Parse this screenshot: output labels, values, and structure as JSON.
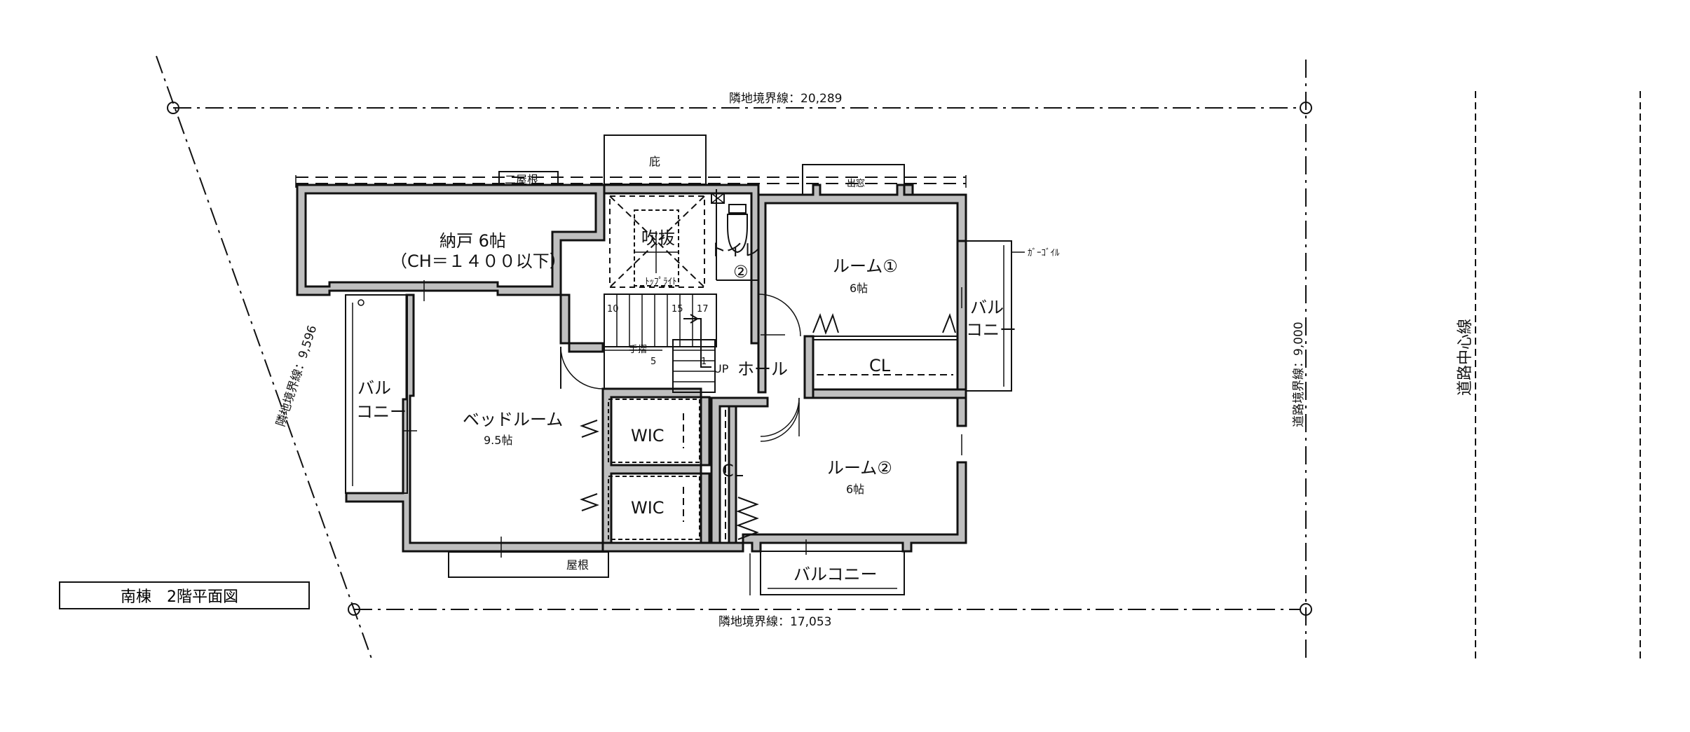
{
  "drawing_title": "南棟　2階平面図",
  "boundaries": {
    "north": "隣地境界線：20,289",
    "south": "隣地境界線：17,053",
    "west": "隣地境界線：9,596",
    "east_road": "道路境界線：9,000",
    "road_center": "道路中心線"
  },
  "rooms": {
    "storage_name": "納戸 6帖",
    "storage_note": "（CH＝１４００以下）",
    "bedroom_name": "ベッドルーム",
    "bedroom_size": "9.5帖",
    "room1_name": "ルーム①",
    "room1_size": "6帖",
    "room2_name": "ルーム②",
    "room2_size": "6帖",
    "void": "吹抜",
    "toilet_line1": "トイレ",
    "toilet_line2": "②",
    "hall": "ホール",
    "wic1": "WIC",
    "wic2": "WIC",
    "closet_right": "CL",
    "closet_hall": "CL"
  },
  "exterior": {
    "eave": "庇",
    "secondary_roof": "二屋根",
    "bay_window": "出窓",
    "roof": "屋根",
    "balcony_west_1": "バル",
    "balcony_west_2": "コニー",
    "balcony_east_1": "バル",
    "balcony_east_2": "コニー",
    "balcony_south": "バルコニー",
    "gargoyle": "ｶﾞｰｺﾞｲﾙ",
    "skylight": "ﾄｯﾌﾟﾗｲﾄ"
  },
  "stairs": {
    "num_10": "10",
    "num_15": "15",
    "num_17": "17",
    "num_5": "5",
    "num_1": "1",
    "handrail": "手摺",
    "up": "UP"
  }
}
